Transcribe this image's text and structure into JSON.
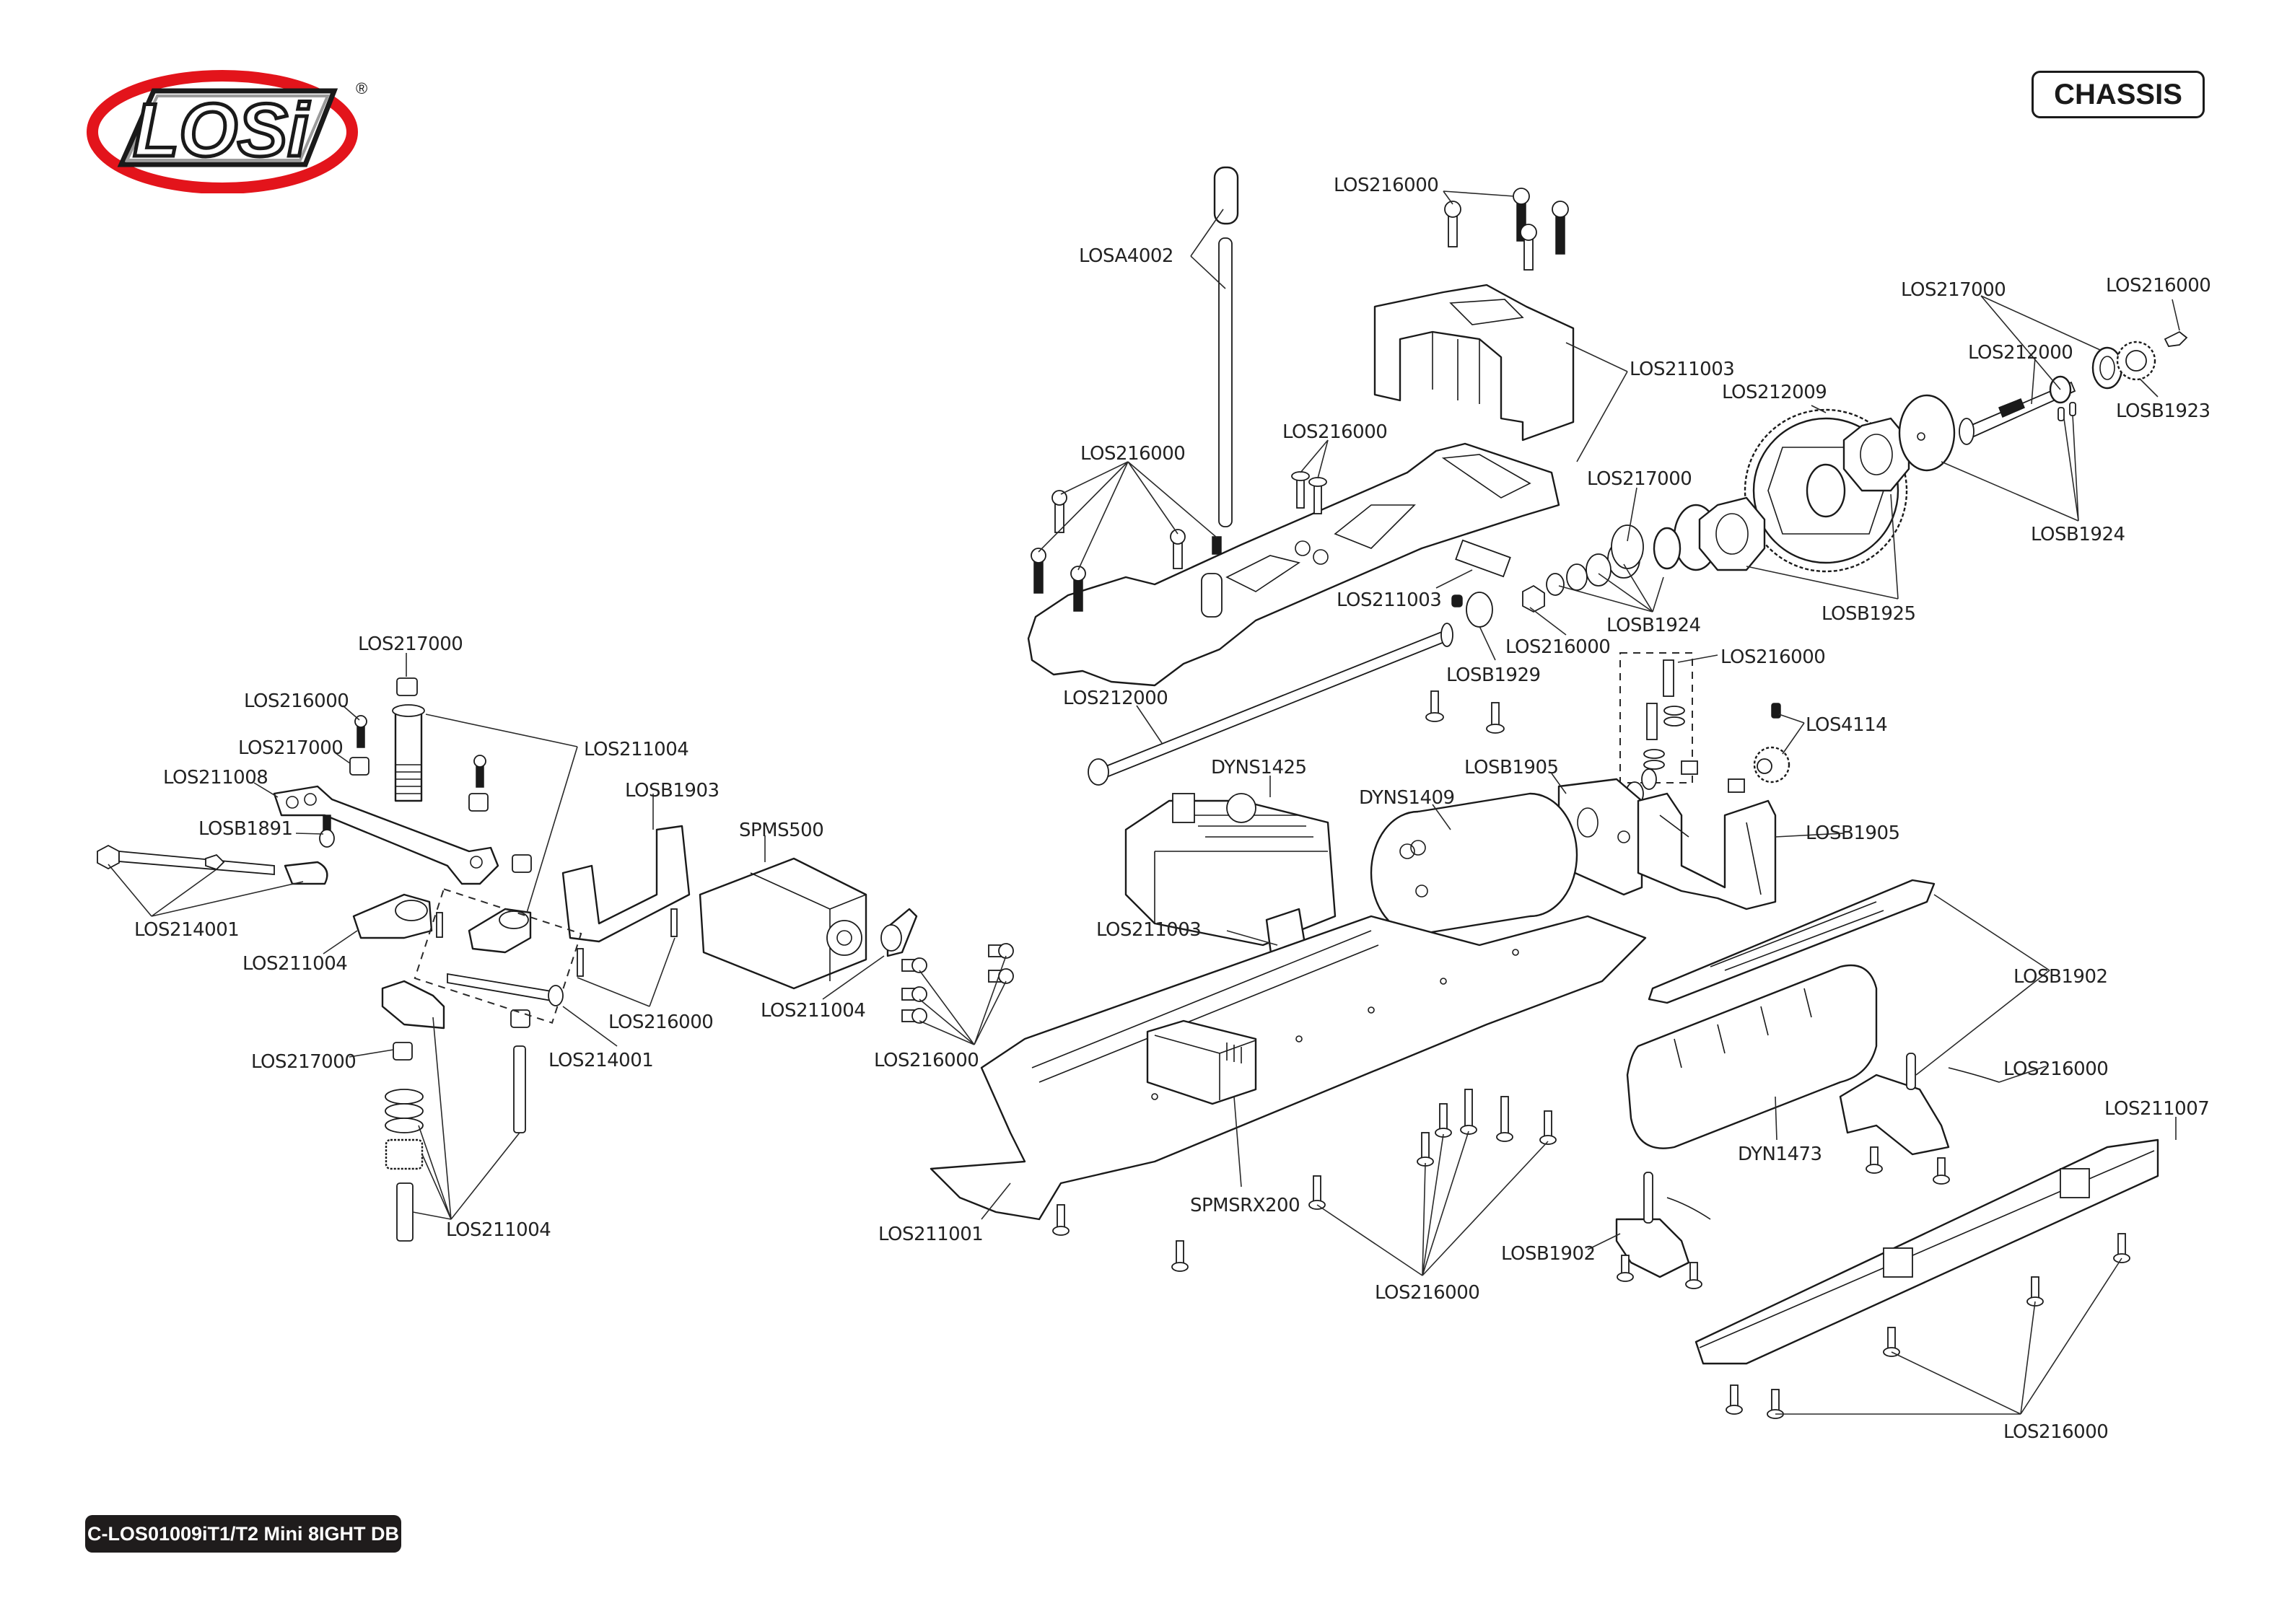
{
  "document": {
    "section_title": "CHASSIS",
    "footer_code": "C-LOS01009iT1/T2 Mini 8IGHT DB",
    "brand": {
      "logo_text": "LOSi",
      "registered_mark": "®",
      "colors": {
        "ring": "#e3141b",
        "outline": "#1a1a1a",
        "fill": "#ffffff",
        "shadow": "#9a9a9a"
      }
    }
  },
  "diagram": {
    "type": "exploded parts diagram",
    "labels": {
      "l01": "LOS216000",
      "l02": "LOSA4002",
      "l03": "LOS211003",
      "l04": "LOS212009",
      "l05": "LOS217000",
      "l06": "LOS216000",
      "l07": "LOS212000",
      "l08": "LOSB1923",
      "l09": "LOSB1924",
      "l10": "LOSB1925",
      "l11": "LOS216000",
      "l12": "LOS216000",
      "l13": "LOS217000",
      "l14": "LOS211003",
      "l15": "LOSB1924",
      "l16": "LOS216000",
      "l17": "LOSB1929",
      "l18": "LOS216000",
      "l19": "LOS4114",
      "l20": "LOS212000",
      "l21": "DYNS1425",
      "l22": "DYNS1409",
      "l23": "LOSB1905",
      "l24": "LOSB1905",
      "l25": "LOS211003",
      "l26": "LOSB1902",
      "l27": "LOS216000",
      "l28": "LOS211007",
      "l29": "DYN1473",
      "l30": "LOS211001",
      "l31": "SPMSRX200",
      "l32": "LOS216000",
      "l33": "LOSB1902",
      "l34": "LOS216000",
      "l35": "LOS217000",
      "l36": "LOS216000",
      "l37": "LOS217000",
      "l38": "LOS211008",
      "l39": "LOS211004",
      "l40": "LOSB1903",
      "l41": "SPMS500",
      "l42": "LOSB1891",
      "l43": "LOS214001",
      "l44": "LOS211004",
      "l45": "LOS216000",
      "l46": "LOS211004",
      "l47": "LOS216000",
      "l48": "LOS214001",
      "l49": "LOS217000",
      "l50": "LOS211004"
    }
  }
}
